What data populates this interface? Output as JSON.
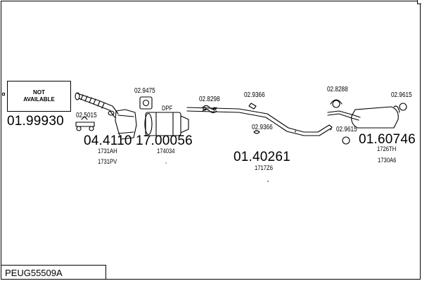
{
  "reference": "PEUG55509A",
  "not_available_label": "NOT\nAVAILABLE",
  "dpf_label": "DPF",
  "parts": {
    "p01999": "01.99930",
    "p04411": "04.4110",
    "p17000": "17.00056",
    "p01402": "01.40261",
    "p01607": "01.60746"
  },
  "oem_codes": {
    "c1731ah": "1731AH",
    "c1731pv": "1731PV",
    "c174034": "174034",
    "c1717z6": "1717Z6",
    "c1726th": "1726TH",
    "c1730a6": "1730A6"
  },
  "fittings": {
    "f025015": "02.5015",
    "f029475": "02.9475",
    "f028298": "02.8298",
    "f029366a": "02.9366",
    "f029366b": "02.9366",
    "f028288": "02.8288",
    "f029615a": "02.9615",
    "f029615b": "02.9615"
  }
}
